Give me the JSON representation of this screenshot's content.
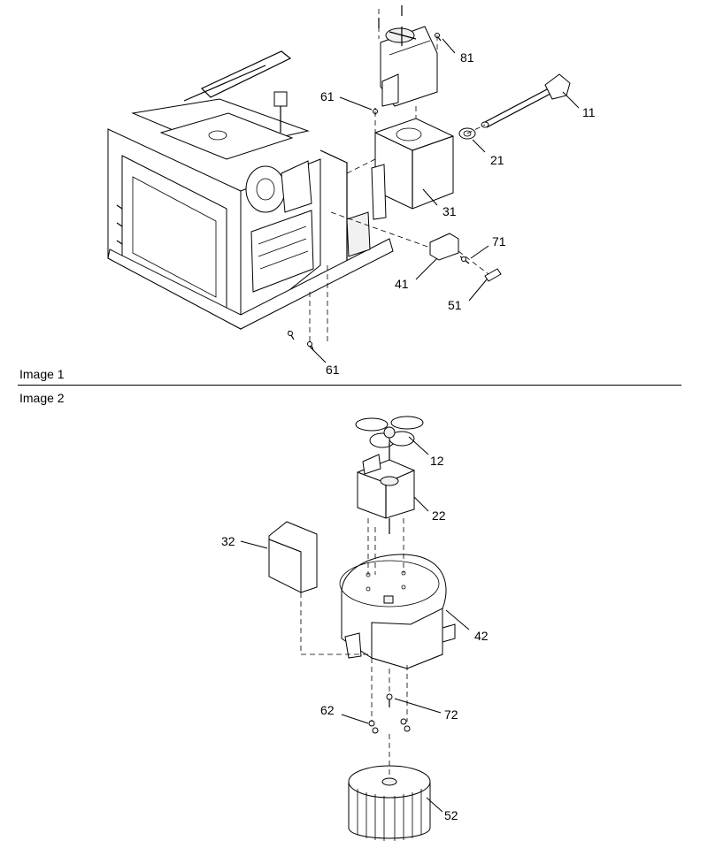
{
  "captions": {
    "image1": "Image 1",
    "image2": "Image 2"
  },
  "callouts": {
    "c81": "81",
    "c11": "11",
    "c61a": "61",
    "c21": "21",
    "c31": "31",
    "c71": "71",
    "c41": "41",
    "c51": "51",
    "c61b": "61",
    "c12": "12",
    "c22": "22",
    "c32": "32",
    "c42": "42",
    "c62": "62",
    "c72": "72",
    "c52": "52"
  }
}
